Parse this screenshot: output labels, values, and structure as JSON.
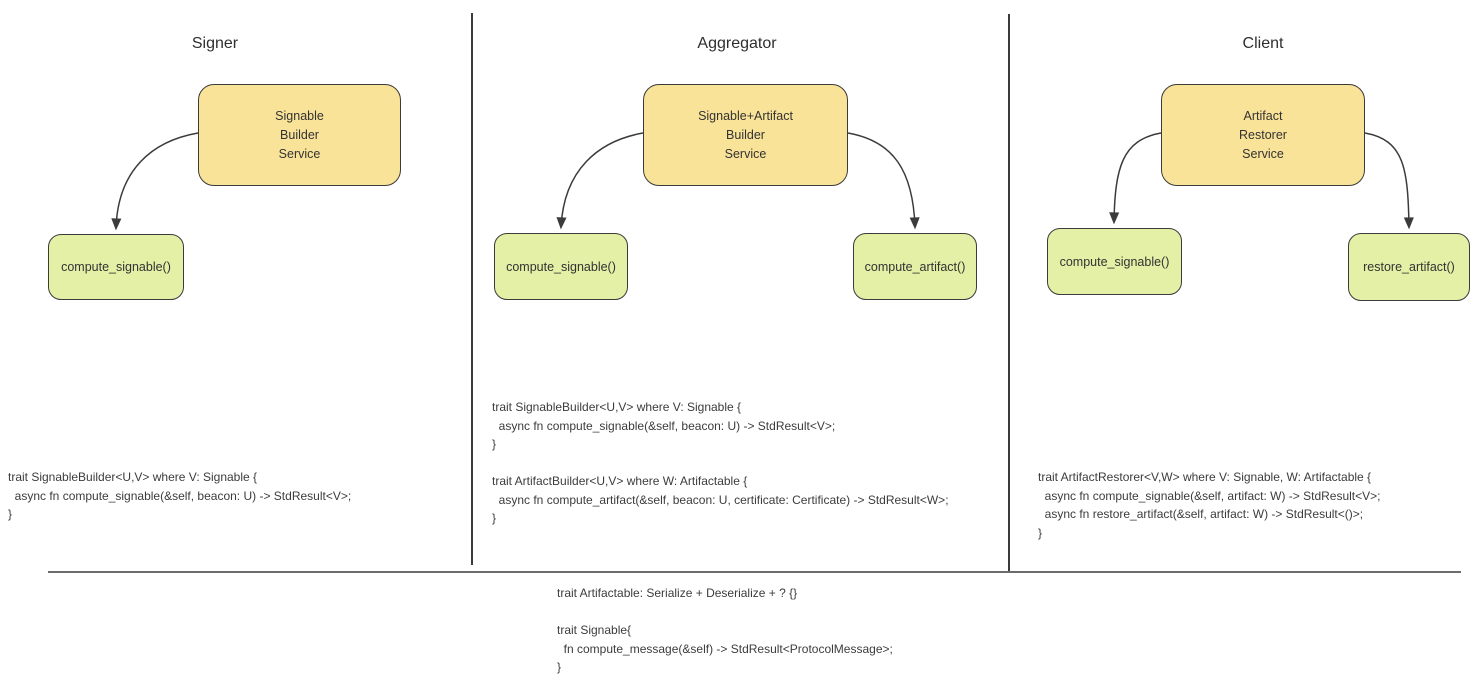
{
  "diagram": {
    "columns": [
      {
        "title": "Signer",
        "service_label": "Signable\nBuilder\nService",
        "methods": [
          "compute_signable()"
        ],
        "code": "trait SignableBuilder<U,V> where V: Signable {\n  async fn compute_signable(&self, beacon: U) -> StdResult<V>;\n}"
      },
      {
        "title": "Aggregator",
        "service_label": "Signable+Artifact\nBuilder\nService",
        "methods": [
          "compute_signable()",
          "compute_artifact()"
        ],
        "code": "trait SignableBuilder<U,V> where V: Signable {\n  async fn compute_signable(&self, beacon: U) -> StdResult<V>;\n}\n\ntrait ArtifactBuilder<U,V> where W: Artifactable {\n  async fn compute_artifact(&self, beacon: U, certificate: Certificate) -> StdResult<W>;\n}"
      },
      {
        "title": "Client",
        "service_label": "Artifact\nRestorer\nService",
        "methods": [
          "compute_signable()",
          "restore_artifact()"
        ],
        "code": "trait ArtifactRestorer<V,W> where V: Signable, W: Artifactable {\n  async fn compute_signable(&self, artifact: W) -> StdResult<V>;\n  async fn restore_artifact(&self, artifact: W) -> StdResult<()>;\n}"
      }
    ],
    "footer_code": "trait Artifactable: Serialize + Deserialize + ? {}\n\ntrait Signable{\n  fn compute_message(&self) -> StdResult<ProtocolMessage>;\n}",
    "colors": {
      "service_fill": "#F9E398",
      "method_fill": "#E3F0A6",
      "box_border": "#3b3b3b",
      "arrow": "#3b3b3b",
      "text": "#333333",
      "column_divider": "#3a3a3a",
      "footer_separator": "#6b6b6b"
    }
  }
}
